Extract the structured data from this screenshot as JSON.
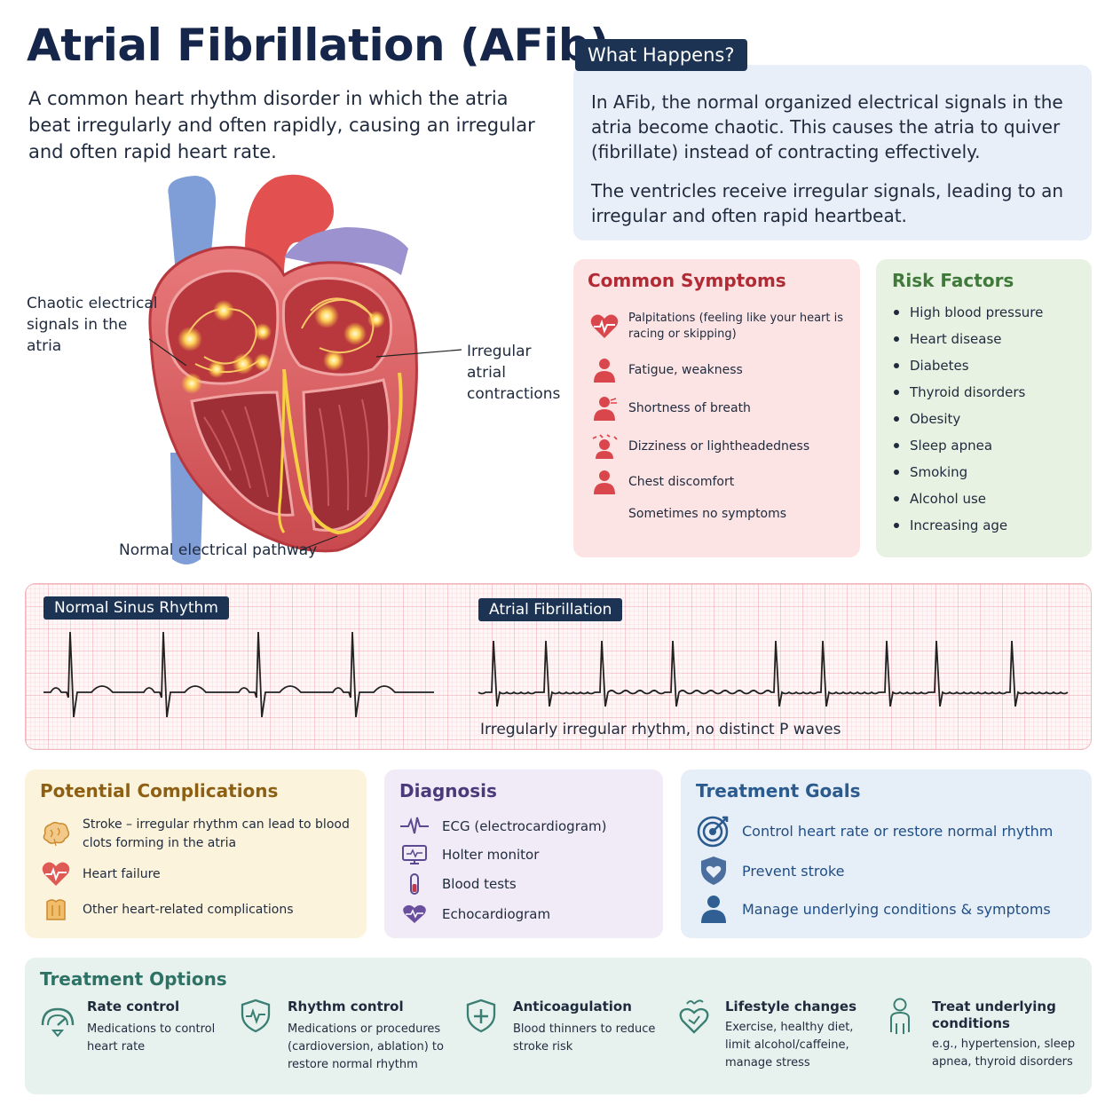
{
  "header": {
    "title": "Atrial Fibrillation (AFib)",
    "intro": "A common heart rhythm disorder in which the atria beat irregularly and often rapidly, causing an irregular and often rapid heart rate."
  },
  "heart": {
    "callout_chaotic": "Chaotic electrical signals in the atria",
    "callout_irregular": "Irregular atrial contractions",
    "callout_pathway": "Normal electrical pathway"
  },
  "what_happens": {
    "tag": "What Happens?",
    "p1": "In AFib, the normal organized electrical signals in the atria become chaotic. This causes the atria to quiver (fibrillate) instead of contracting effectively.",
    "p2": "The ventricles receive irregular signals, leading to an irregular and often rapid heartbeat."
  },
  "symptoms": {
    "title": "Common Symptoms",
    "items": [
      {
        "icon": "heart-pulse-icon",
        "text": "Palpitations (feeling like your heart is racing or skipping)"
      },
      {
        "icon": "tired-person-icon",
        "text": "Fatigue, weakness"
      },
      {
        "icon": "breath-person-icon",
        "text": "Shortness of breath"
      },
      {
        "icon": "dizzy-person-icon",
        "text": "Dizziness or lightheadedness"
      },
      {
        "icon": "chest-person-icon",
        "text": "Chest discomfort"
      },
      {
        "icon": "",
        "text": "Sometimes no symptoms"
      }
    ]
  },
  "risk": {
    "title": "Risk Factors",
    "items": [
      "High blood pressure",
      "Heart disease",
      "Diabetes",
      "Thyroid disorders",
      "Obesity",
      "Sleep apnea",
      "Smoking",
      "Alcohol use",
      "Increasing age"
    ]
  },
  "ecg": {
    "normal_label": "Normal Sinus Rhythm",
    "afib_label": "Atrial Fibrillation",
    "caption": "Irregularly irregular rhythm, no distinct P waves",
    "normal_line_color": "#222222",
    "afib_line_color": "#222222"
  },
  "complications": {
    "title": "Potential Complications",
    "items": [
      {
        "icon": "brain-icon",
        "text": "Stroke – irregular rhythm can lead to blood clots forming in the atria"
      },
      {
        "icon": "heart-pulse-icon",
        "text": "Heart failure"
      },
      {
        "icon": "organ-icon",
        "text": "Other heart-related complications"
      }
    ]
  },
  "diagnosis": {
    "title": "Diagnosis",
    "items": [
      {
        "icon": "ecg-wave-icon",
        "text": "ECG (electrocardiogram)"
      },
      {
        "icon": "monitor-icon",
        "text": "Holter monitor"
      },
      {
        "icon": "test-tube-icon",
        "text": "Blood tests"
      },
      {
        "icon": "heart-wave-icon",
        "text": "Echocardiogram"
      }
    ]
  },
  "goals": {
    "title": "Treatment Goals",
    "items": [
      {
        "icon": "target-icon",
        "text": "Control heart rate or restore normal rhythm"
      },
      {
        "icon": "shield-heart-icon",
        "text": "Prevent stroke"
      },
      {
        "icon": "person-icon",
        "text": "Manage underlying conditions & symptoms"
      }
    ]
  },
  "options": {
    "title": "Treatment Options",
    "items": [
      {
        "icon": "gauge-icon",
        "title": "Rate control",
        "desc": "Medications to control heart rate"
      },
      {
        "icon": "shield-pulse-icon",
        "title": "Rhythm control",
        "desc": "Medications or procedures (cardioversion, ablation) to restore normal rhythm"
      },
      {
        "icon": "shield-plus-icon",
        "title": "Anticoagulation",
        "desc": "Blood thinners to reduce stroke risk"
      },
      {
        "icon": "lifestyle-heart-icon",
        "title": "Lifestyle changes",
        "desc": "Exercise, healthy diet, limit alcohol/caffeine, manage stress"
      },
      {
        "icon": "person-outline-icon",
        "title": "Treat underlying conditions",
        "desc": "e.g., hypertension, sleep apnea, thyroid disorders"
      }
    ]
  },
  "colors": {
    "navy": "#16264a",
    "red_accent": "#b22a34",
    "green_accent": "#3f7a3a",
    "gold_accent": "#8d5f12",
    "purple_accent": "#4a3a7a",
    "blue_accent": "#2a5a8e",
    "teal_accent": "#2e7266"
  }
}
